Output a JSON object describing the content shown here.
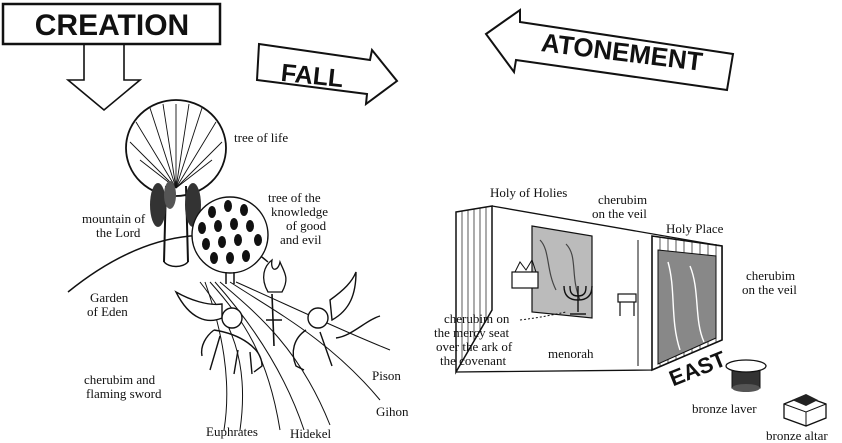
{
  "headings": {
    "creation": "CREATION",
    "fall": "FALL",
    "atonement": "ATONEMENT",
    "east": "EAST"
  },
  "eden_labels": {
    "tree_of_life": "tree of life",
    "tree_knowledge_1": "tree of the",
    "tree_knowledge_2": "knowledge",
    "tree_knowledge_3": "of good",
    "tree_knowledge_4": "and evil",
    "mountain_1": "mountain of",
    "mountain_2": "the Lord",
    "garden_1": "Garden",
    "garden_2": "of Eden",
    "cherubim_sword_1": "cherubim and",
    "cherubim_sword_2": "flaming sword",
    "pison": "Pison",
    "gihon": "Gihon",
    "euphrates": "Euphrates",
    "hidekel": "Hidekel"
  },
  "tabernacle_labels": {
    "holy_of_holies": "Holy of Holies",
    "cherubim_veil_top_1": "cherubim",
    "cherubim_veil_top_2": "on the veil",
    "holy_place": "Holy Place",
    "cherubim_veil_right_1": "cherubim",
    "cherubim_veil_right_2": "on the veil",
    "mercy_seat_1": "cherubim on",
    "mercy_seat_2": "the mercy seat",
    "mercy_seat_3": "over the ark of",
    "mercy_seat_4": "the covenant",
    "menorah": "menorah",
    "bronze_laver": "bronze laver",
    "bronze_altar": "bronze altar"
  }
}
